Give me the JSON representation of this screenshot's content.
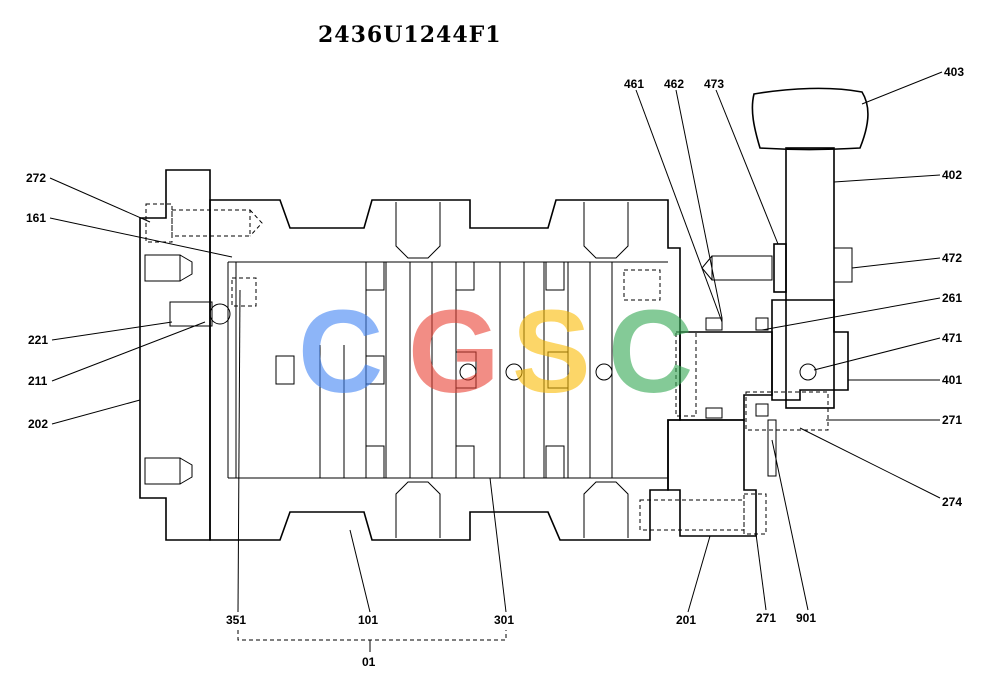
{
  "drawing_number": "2436U1244F1",
  "watermark": "CGSC",
  "watermark_colors": [
    "#4285F4",
    "#EA4335",
    "#FBBC05",
    "#34A853"
  ],
  "labels": {
    "l272": "272",
    "l161": "161",
    "l221": "221",
    "l211": "211",
    "l202": "202",
    "l461": "461",
    "l462": "462",
    "l473": "473",
    "l403": "403",
    "l402": "402",
    "l472": "472",
    "l261": "261",
    "l471": "471",
    "l401": "401",
    "l271a": "271",
    "l274": "274",
    "l351": "351",
    "l101": "101",
    "l301": "301",
    "l01": "01",
    "l201": "201",
    "l271b": "271",
    "l901": "901"
  }
}
